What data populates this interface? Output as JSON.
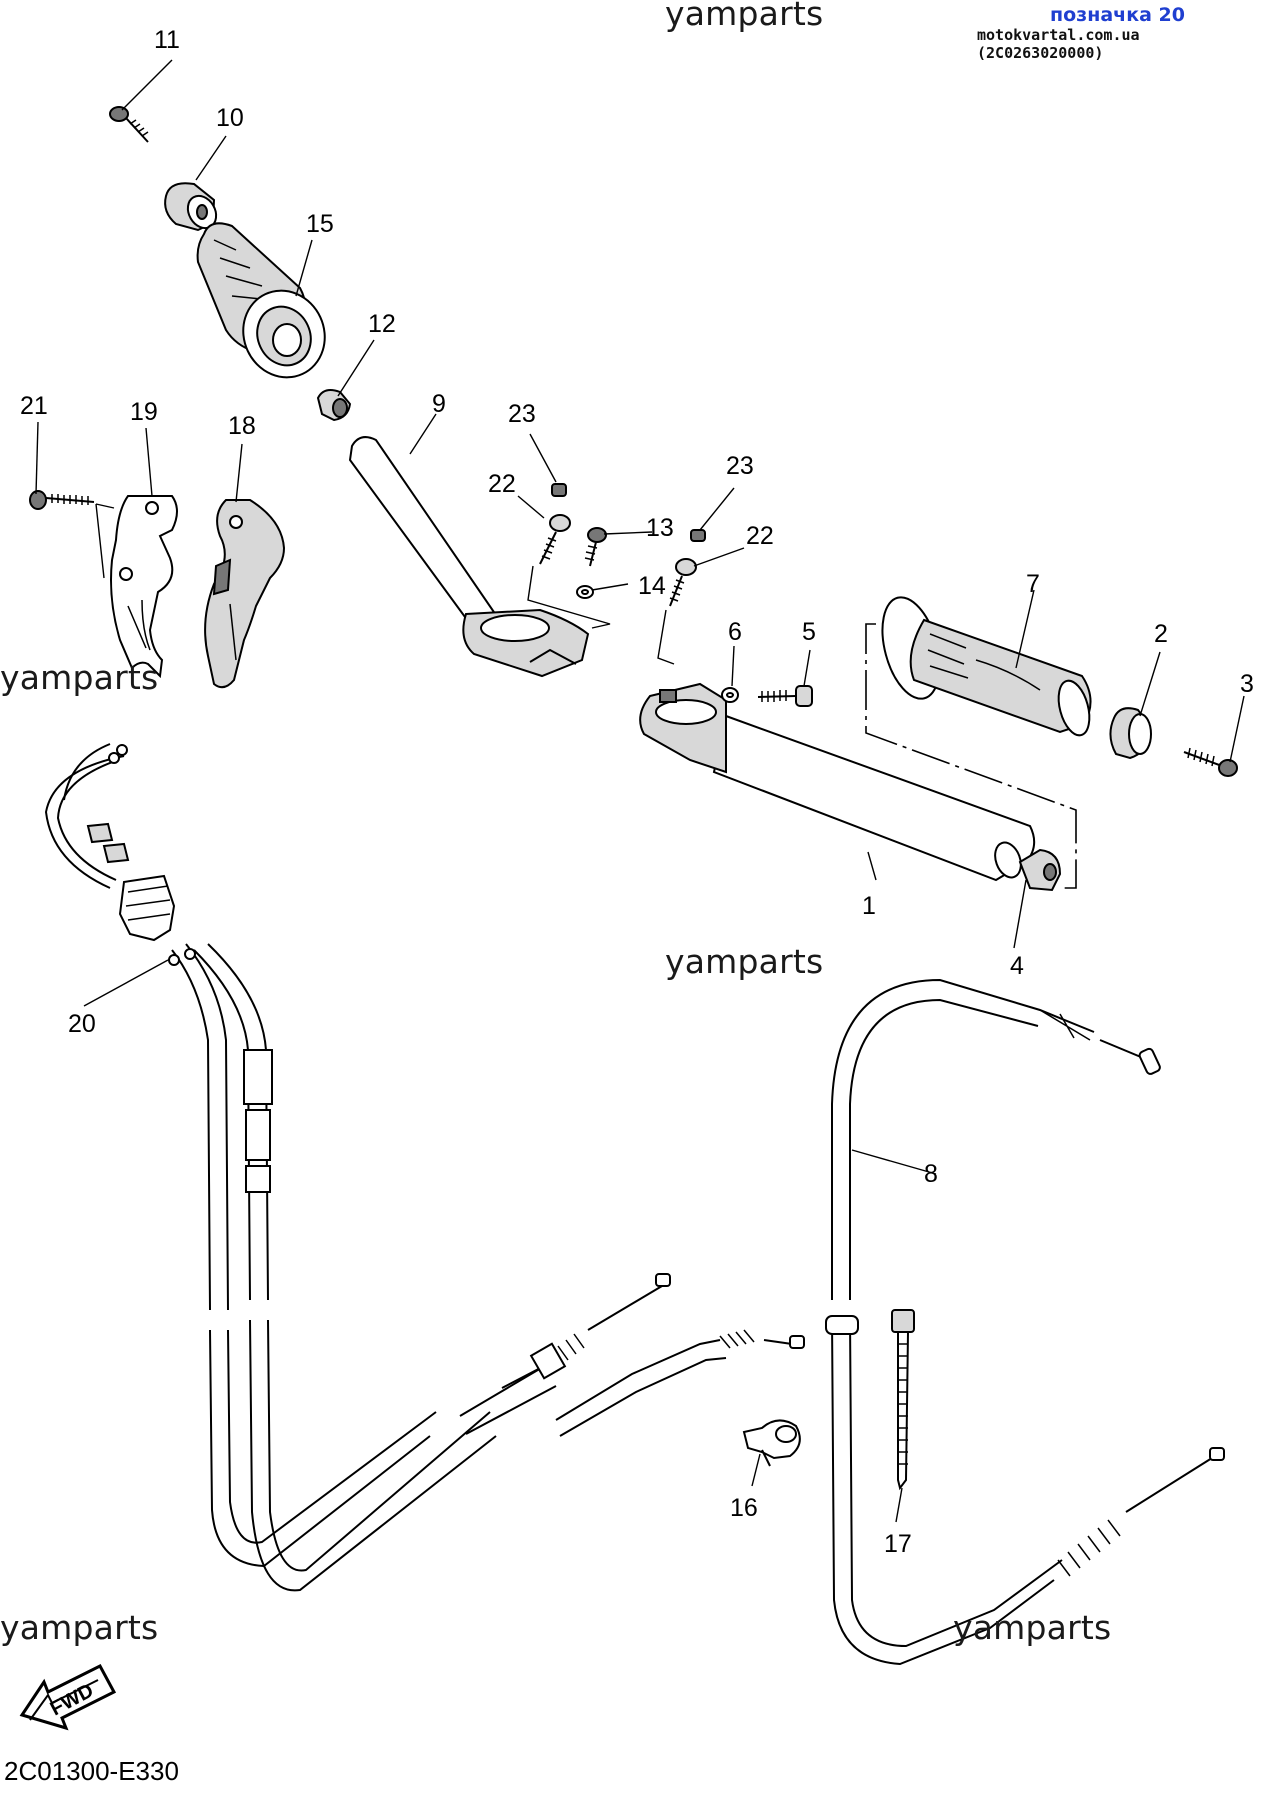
{
  "header": {
    "badge": "позначка 20",
    "site": "motokvartal.com.ua (2C0263020000)"
  },
  "watermarks": [
    "yamparts",
    "yamparts",
    "yamparts",
    "yamparts",
    "yamparts"
  ],
  "callouts": [
    "1",
    "2",
    "3",
    "4",
    "5",
    "6",
    "7",
    "8",
    "9",
    "10",
    "11",
    "12",
    "13",
    "14",
    "15",
    "16",
    "17",
    "18",
    "19",
    "20",
    "21",
    "22",
    "22",
    "23",
    "23"
  ],
  "fwd_label": "FWD",
  "diagram_code": "2C01300-E330",
  "icons": {
    "fwd_arrow": "fwd-arrow-icon"
  }
}
